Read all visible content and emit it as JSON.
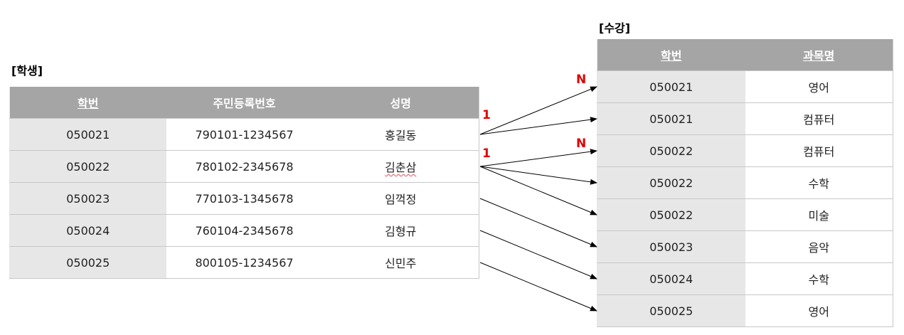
{
  "student": {
    "caption": "[학생]",
    "headers": [
      "학번",
      "주민등록번호",
      "성명"
    ],
    "rows": [
      [
        "050021",
        "790101-1234567",
        "홍길동"
      ],
      [
        "050022",
        "780102-2345678",
        "김춘삼"
      ],
      [
        "050023",
        "770103-1345678",
        "임꺽정"
      ],
      [
        "050024",
        "760104-2345678",
        "김형규"
      ],
      [
        "050025",
        "800105-1234567",
        "신민주"
      ]
    ]
  },
  "enroll": {
    "caption": "[수강]",
    "headers": [
      "학번",
      "과목명"
    ],
    "rows": [
      [
        "050021",
        "영어"
      ],
      [
        "050021",
        "컴퓨터"
      ],
      [
        "050022",
        "컴퓨터"
      ],
      [
        "050022",
        "수학"
      ],
      [
        "050022",
        "미술"
      ],
      [
        "050023",
        "음악"
      ],
      [
        "050024",
        "수학"
      ],
      [
        "050025",
        "영어"
      ]
    ]
  },
  "cardinality": {
    "one_a": "1",
    "n_a": "N",
    "one_b": "1",
    "n_b": "N"
  },
  "links": [
    {
      "from": 0,
      "to": 0
    },
    {
      "from": 0,
      "to": 1
    },
    {
      "from": 1,
      "to": 2
    },
    {
      "from": 1,
      "to": 3
    },
    {
      "from": 1,
      "to": 4
    },
    {
      "from": 2,
      "to": 5
    },
    {
      "from": 3,
      "to": 6
    },
    {
      "from": 4,
      "to": 7
    }
  ],
  "colors": {
    "header_bg": "#a5a5a5",
    "key_col_bg": "#e7e7e7",
    "cardinality": "#e00000",
    "arrow": "#000000"
  }
}
